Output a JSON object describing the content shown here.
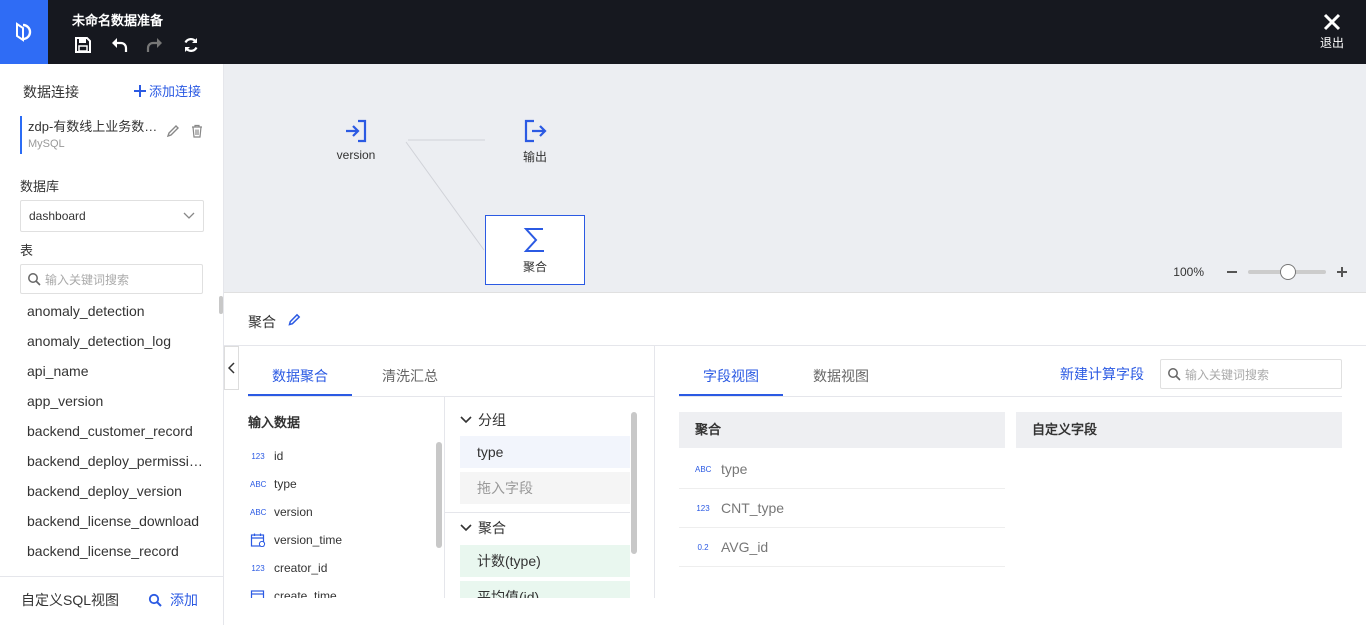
{
  "header": {
    "title": "未命名数据准备",
    "exit_label": "退出"
  },
  "sidebar": {
    "title": "数据连接",
    "add_connection": "添加连接",
    "connection": {
      "name": "zdp-有数线上业务数据库",
      "type": "MySQL"
    },
    "db_label": "数据库",
    "db_selected": "dashboard",
    "table_label": "表",
    "search_placeholder": "输入关键词搜索",
    "tables": [
      "anomaly_detection",
      "anomaly_detection_log",
      "api_name",
      "app_version",
      "backend_customer_record",
      "backend_deploy_permission",
      "backend_deploy_version",
      "backend_license_download",
      "backend_license_record"
    ],
    "custom_sql_label": "自定义SQL视图",
    "custom_sql_add": "添加"
  },
  "canvas": {
    "nodes": [
      {
        "label": "version"
      },
      {
        "label": "输出"
      },
      {
        "label": "聚合"
      }
    ],
    "zoom": "100%"
  },
  "panel": {
    "title": "聚合",
    "left_tabs": [
      "数据聚合",
      "清洗汇总"
    ],
    "input_heading": "输入数据",
    "fields": [
      {
        "type": "123",
        "name": "id"
      },
      {
        "type": "ABC",
        "name": "type"
      },
      {
        "type": "ABC",
        "name": "version"
      },
      {
        "type": "date",
        "name": "version_time"
      },
      {
        "type": "123",
        "name": "creator_id"
      },
      {
        "type": "date",
        "name": "create_time"
      }
    ],
    "group_heading": "分组",
    "group_item": "type",
    "group_drop": "拖入字段",
    "agg_heading": "聚合",
    "agg_items": [
      "计数(type)",
      "平均值(id)"
    ],
    "right_tabs": [
      "字段视图",
      "数据视图"
    ],
    "new_calc_field": "新建计算字段",
    "right_search_placeholder": "输入关键词搜索",
    "result_heading": "聚合",
    "custom_heading": "自定义字段",
    "results": [
      {
        "type": "ABC",
        "name": "type"
      },
      {
        "type": "123",
        "name": "CNT_type"
      },
      {
        "type": "0.2",
        "name": "AVG_id"
      }
    ]
  },
  "colors": {
    "accent": "#2b5ae3",
    "topbar": "#16181f",
    "logo": "#2f6cf5"
  }
}
